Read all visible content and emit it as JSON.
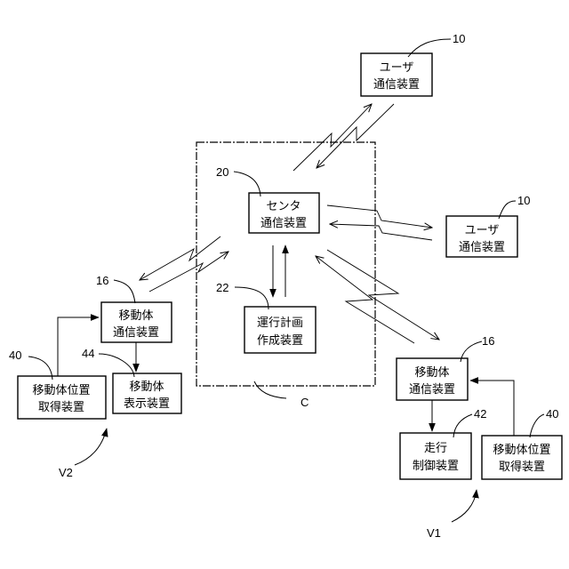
{
  "boxes": {
    "user_top": [
      "ユーザ",
      "通信装置"
    ],
    "center": [
      "センタ",
      "通信装置"
    ],
    "user_right": [
      "ユーザ",
      "通信装置"
    ],
    "planner": [
      "運行計画",
      "作成装置"
    ],
    "mobile_left": [
      "移動体",
      "通信装置"
    ],
    "pos_left": [
      "移動体位置",
      "取得装置"
    ],
    "display_left": [
      "移動体",
      "表示装置"
    ],
    "mobile_right": [
      "移動体",
      "通信装置"
    ],
    "travel_ctrl": [
      "走行",
      "制御装置"
    ],
    "pos_right": [
      "移動体位置",
      "取得装置"
    ]
  },
  "refs": {
    "user_top": "10",
    "center": "20",
    "user_right": "10",
    "planner": "22",
    "mobile_left": "16",
    "pos_left": "40",
    "display_left": "44",
    "mobile_right": "16",
    "travel_ctrl": "42",
    "pos_right": "40",
    "center_frame": "C",
    "vehicle_left": "V2",
    "vehicle_right": "V1"
  }
}
